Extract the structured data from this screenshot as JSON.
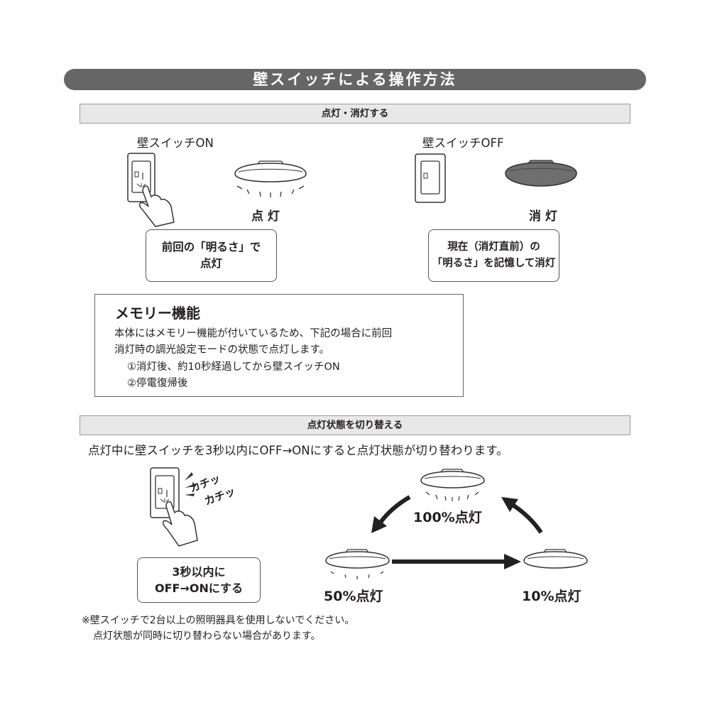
{
  "header": {
    "title": "壁スイッチによる操作方法"
  },
  "section1": {
    "title": "点灯・消灯する",
    "on": {
      "label": "壁スイッチON",
      "state": "点 灯",
      "box_line1": "前回の「明るさ」で",
      "box_line2": "点灯"
    },
    "off": {
      "label": "壁スイッチOFF",
      "state": "消 灯",
      "box_line1": "現在（消灯直前）の",
      "box_line2": "「明るさ」を記憶して消灯"
    }
  },
  "memory": {
    "title": "メモリー機能",
    "line1": "本体にはメモリー機能が付いているため、下記の場合に前回",
    "line2": "消灯時の調光設定モードの状態で点灯します。",
    "item1": "①消灯後、約10秒経過してから壁スイッチON",
    "item2": "②停電復帰後"
  },
  "section2": {
    "title": "点灯状態を切り替える",
    "desc": "点灯中に壁スイッチを3秒以内にOFF→ONにすると点灯状態が切り替わります。",
    "click1": "カチッ",
    "click2": "カチッ",
    "box_line1": "3秒以内に",
    "box_line2": "OFF→ONにする",
    "level_100": "100%点灯",
    "level_50": "50%点灯",
    "level_10": "10%点灯"
  },
  "notes": {
    "line1": "※壁スイッチで2台以上の照明器具を使用しないでください。",
    "line2": "点灯状態が同時に切り替わらない場合があります。"
  },
  "colors": {
    "title_bar": "#666666",
    "section_bar": "#e8e8e8",
    "lamp_off": "#6e6e6e"
  }
}
